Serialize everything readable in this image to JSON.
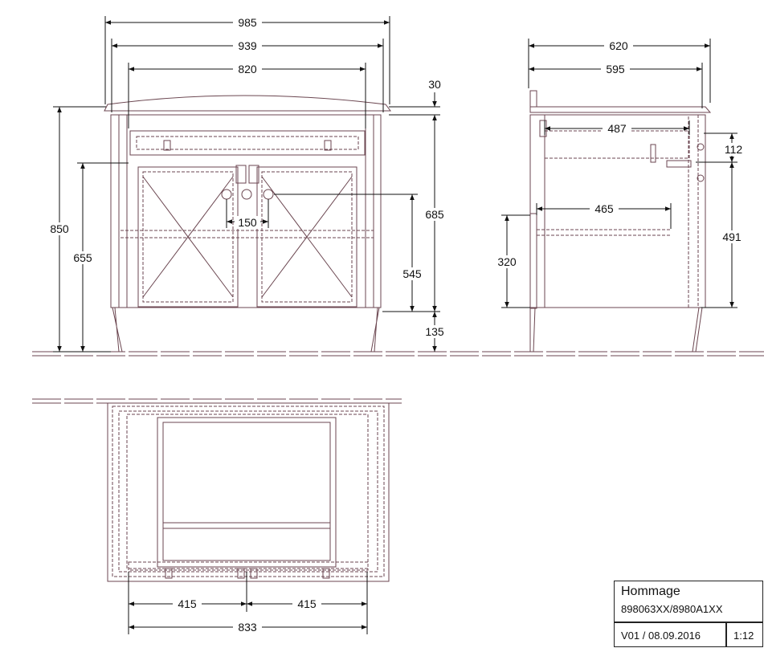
{
  "front_view": {
    "overall_width": "985",
    "width_939": "939",
    "width_820": "820",
    "top_thickness": "30",
    "height_850": "850",
    "height_655": "655",
    "height_685": "685",
    "height_545": "545",
    "leg_135": "135",
    "spacing_150": "150"
  },
  "side_view": {
    "depth_620": "620",
    "depth_595": "595",
    "drawer_487": "487",
    "shelf_465": "465",
    "drawer_112": "112",
    "height_491": "491",
    "height_320": "320"
  },
  "top_view": {
    "left_415": "415",
    "right_415": "415",
    "total_833": "833"
  },
  "title_block": {
    "name": "Hommage",
    "code": "898063XX/8980A1XX",
    "version": "V01 / 08.09.2016",
    "scale": "1:12"
  }
}
